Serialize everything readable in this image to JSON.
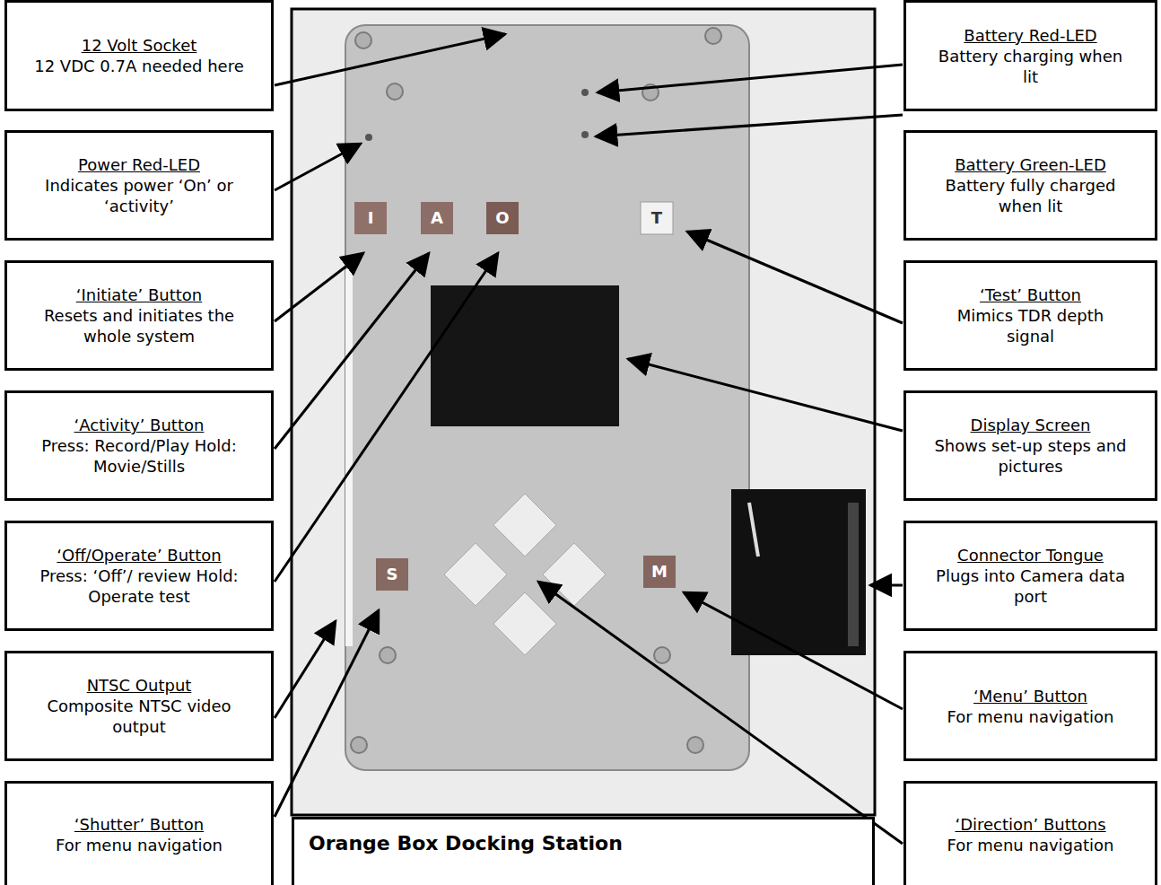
{
  "diagram": {
    "nodes": [
      {
        "text": [
          "12 Volt Socket",
          "12 VDC 0.7A needed here"
        ]
      },
      {
        "text": [
          "Battery Red-LED",
          "Battery charging when lit"
        ]
      },
      {
        "text": [
          "Power Red-LED",
          "Indicates power ‘On’ or ‘activity’"
        ]
      },
      {
        "text": [
          "Battery Green-LED",
          "Battery fully charged when lit"
        ]
      },
      {
        "text": [
          "‘Initiate’ Button",
          "Resets and initiates the whole system"
        ]
      },
      {
        "text": [
          "‘Test’ Button",
          "Mimics TDR depth signal"
        ]
      },
      {
        "text": [
          "‘Activity’ Button",
          "Press: Record/Play Hold: Movie/Stills"
        ]
      },
      {
        "text": [
          "Display Screen",
          "Shows set-up steps and pictures"
        ]
      },
      {
        "text": [
          "‘Off/Operate’ Button",
          "Press: ‘Off’/ review Hold: Operate test"
        ]
      },
      {
        "text": [
          "Connector Tongue",
          "Plugs into Camera data port"
        ]
      },
      {
        "text": [
          "NTSC Output",
          "Composite NTSC video output"
        ]
      },
      {
        "text": [
          "‘Menu’ Button",
          "For menu navigation"
        ]
      },
      {
        "text": [
          "‘Shutter’ Button",
          "For menu navigation"
        ]
      },
      {
        "text": [
          "‘Direction’ Buttons",
          "For menu navigation"
        ]
      },
      {
        "text": [
          "Orange Box Docking Station"
        ]
      }
    ],
    "labels": [
      "I",
      "A",
      "O",
      "T",
      "S",
      "M"
    ]
  }
}
